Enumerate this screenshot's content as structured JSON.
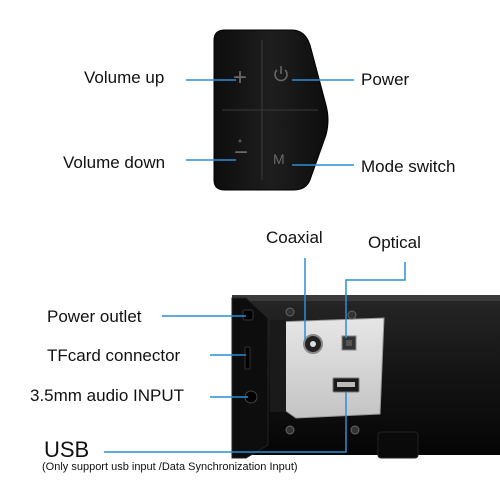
{
  "labels": {
    "volume_up": "Volume up",
    "volume_down": "Volume down",
    "power": "Power",
    "mode_switch": "Mode switch",
    "coaxial": "Coaxial",
    "optical": "Optical",
    "power_outlet": "Power outlet",
    "tfcard": "TFcard connector",
    "audio_input": "3.5mm audio INPUT",
    "usb": "USB",
    "usb_note": "(Only support usb input /Data Synchronization Input)"
  },
  "button_glyphs": {
    "plus": "+",
    "minus": "−",
    "mode": "M"
  },
  "icons": {
    "power": "power-icon",
    "usb_port": "usb-port-icon"
  },
  "colors": {
    "accent": "#2a8fd6",
    "device": "#141414",
    "panel": "#d8d8d8",
    "text": "#111111"
  }
}
